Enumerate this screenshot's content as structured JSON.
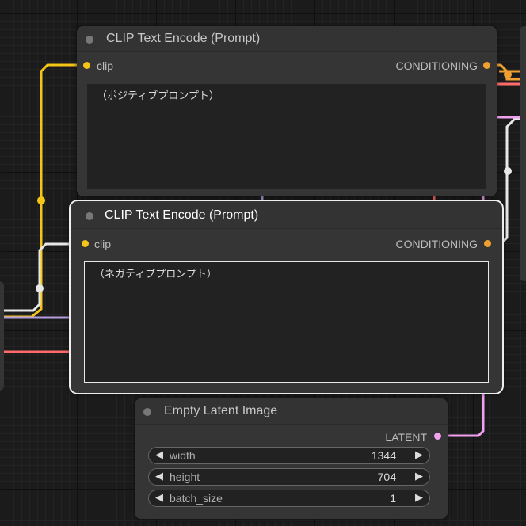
{
  "colors": {
    "clip": "#f5c518",
    "conditioning": "#f0a030",
    "latent": "#f2a0f0",
    "white_link": "#e8e8e8",
    "vae_link": "#ff6b6b",
    "model_link": "#b39ddb"
  },
  "positive_node": {
    "title": "CLIP Text Encode (Prompt)",
    "input_label": "clip",
    "output_label": "CONDITIONING",
    "text": "（ポジティブプロンプト）"
  },
  "negative_node": {
    "title": "CLIP Text Encode (Prompt)",
    "input_label": "clip",
    "output_label": "CONDITIONING",
    "text": "（ネガティブプロンプト）"
  },
  "latent_node": {
    "title": "Empty Latent Image",
    "output_label": "LATENT",
    "widgets": [
      {
        "label": "width",
        "value": "1344"
      },
      {
        "label": "height",
        "value": "704"
      },
      {
        "label": "batch_size",
        "value": "1"
      }
    ]
  }
}
